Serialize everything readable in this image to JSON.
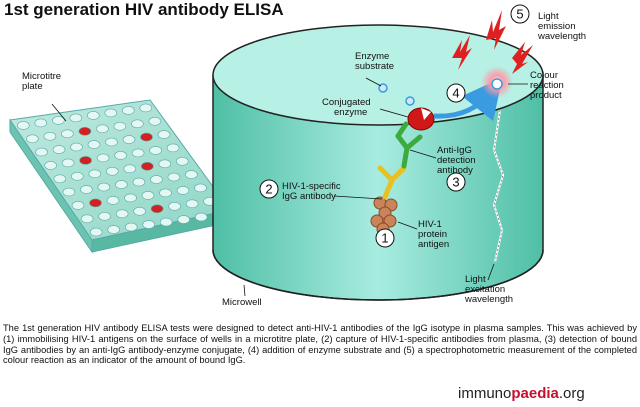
{
  "title": "1st generation HIV antibody ELISA",
  "labels": {
    "microtitre_plate": [
      "Microtitre",
      "plate"
    ],
    "microwell": "Microwell",
    "enzyme_substrate": [
      "Enzyme",
      "substrate"
    ],
    "conjugated_enzyme": [
      "Conjugated",
      "enzyme"
    ],
    "colour_reaction": [
      "Colour",
      "reaction",
      "product"
    ],
    "light_emission": [
      "Light",
      "emission",
      "wavelength"
    ],
    "anti_igg": [
      "Anti-IgG",
      "detection",
      "antibody"
    ],
    "hiv_igg": [
      "HIV-1-specific",
      "IgG antibody"
    ],
    "hiv_antigen": [
      "HIV-1",
      "protein",
      "antigen"
    ],
    "light_excitation": [
      "Light",
      "excitation",
      "wavelength"
    ]
  },
  "steps": [
    "1",
    "2",
    "3",
    "4",
    "5"
  ],
  "caption": "The 1st generation HIV antibody ELISA tests were designed to detect anti-HIV-1 antibodies of the IgG isotype in plasma samples. This was achieved by (1) immobilising HIV-1 antigens on the surface of wells in a microtitre plate, (2) capture of HIV-1-specific antibodies from plasma, (3) detection of bound IgG antibodies by an anti-IgG antibody-enzyme conjugate, (4) addition of enzyme substrate and (5) a spectrophotometric measurement of the completed colour reaction as an indicator of the amount of bound IgG.",
  "logo": {
    "prefix": "immuno",
    "brand": "paedia",
    "suffix": ".org"
  },
  "colors": {
    "well_fill": "#6fd3b9",
    "well_edge": "#222222",
    "antigen": "#c9845a",
    "igg": "#e8c020",
    "anti_igg": "#3caa3c",
    "enzyme": "#d01818",
    "arrow": "#3a9be0",
    "lightning": "#e02020"
  }
}
